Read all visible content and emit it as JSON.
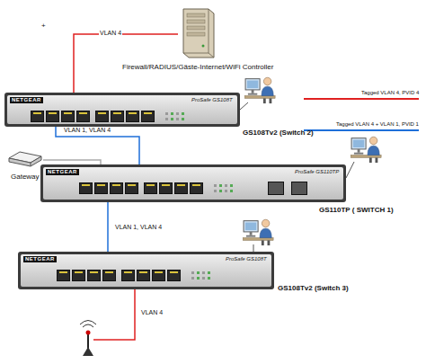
{
  "diagram": {
    "nodes": [
      {
        "text": [
          "Firewall/RADIUS/Gäste-Internet/WiFi Controller"
        ]
      },
      {
        "text": [
          "NETGEAR",
          "ProSafe GS108T",
          "GS108Tv2 (Switch 2)"
        ]
      },
      {
        "text": [
          "Gateway"
        ]
      },
      {
        "text": [
          "NETGEAR",
          "ProSafe GS110TP",
          "GS110TP ( SWITCH 1)"
        ]
      },
      {
        "text": [
          "NETGEAR",
          "ProSafe GS108T",
          "GS108Tv2 (Switch 3)"
        ]
      }
    ],
    "edges": [
      {
        "from": 0,
        "to": 1,
        "arrow": "none",
        "label": "VLAN 4"
      },
      {
        "from": 1,
        "to": 3,
        "arrow": "none",
        "label": "VLAN 1, VLAN 4"
      },
      {
        "from": 2,
        "to": 3,
        "arrow": "none"
      },
      {
        "from": 3,
        "to": 4,
        "arrow": "none",
        "label": "VLAN 1, VLAN 4"
      }
    ],
    "labels": [
      "+",
      "VLAN 4"
    ],
    "legend": [
      {
        "text": "Tagged VLAN 4, PVID 4"
      },
      {
        "text": "Tagged VLAN 4 + VLAN 1, PVID 1"
      }
    ]
  }
}
